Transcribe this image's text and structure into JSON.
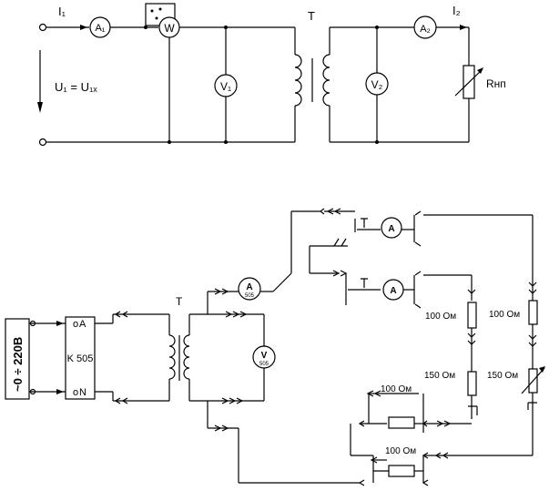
{
  "top_schematic": {
    "current_label": "I₁",
    "current2_label": "I₂",
    "voltage_label": "U₁ = U₁ₓ",
    "transformer_label": "T",
    "ammeter1": "A₁",
    "ammeter2": "A₂",
    "wattmeter": "W",
    "voltmeter1": "V₁",
    "voltmeter2": "V₂",
    "load_label": "Rнп"
  },
  "bottom_schematic": {
    "source_label": "~0 ÷ 220В",
    "regulator_label": "K 505",
    "terminal_a": "A",
    "terminal_n": "N",
    "terminal_a_prefix": "o",
    "terminal_n_prefix": "o",
    "transformer_label": "T",
    "meter_a": "A",
    "meter_a_sub": "505",
    "meter_v": "V",
    "meter_v_sub": "505",
    "ammeter_upper": "A",
    "ammeter_lower": "A",
    "res_100_right": "100 Ом",
    "res_100_left": "100 Ом",
    "res_150_left": "150 Ом",
    "res_150_right": "150 Ом",
    "res_100_mid": "100 Ом",
    "res_100_bottom": "100 Ом"
  }
}
